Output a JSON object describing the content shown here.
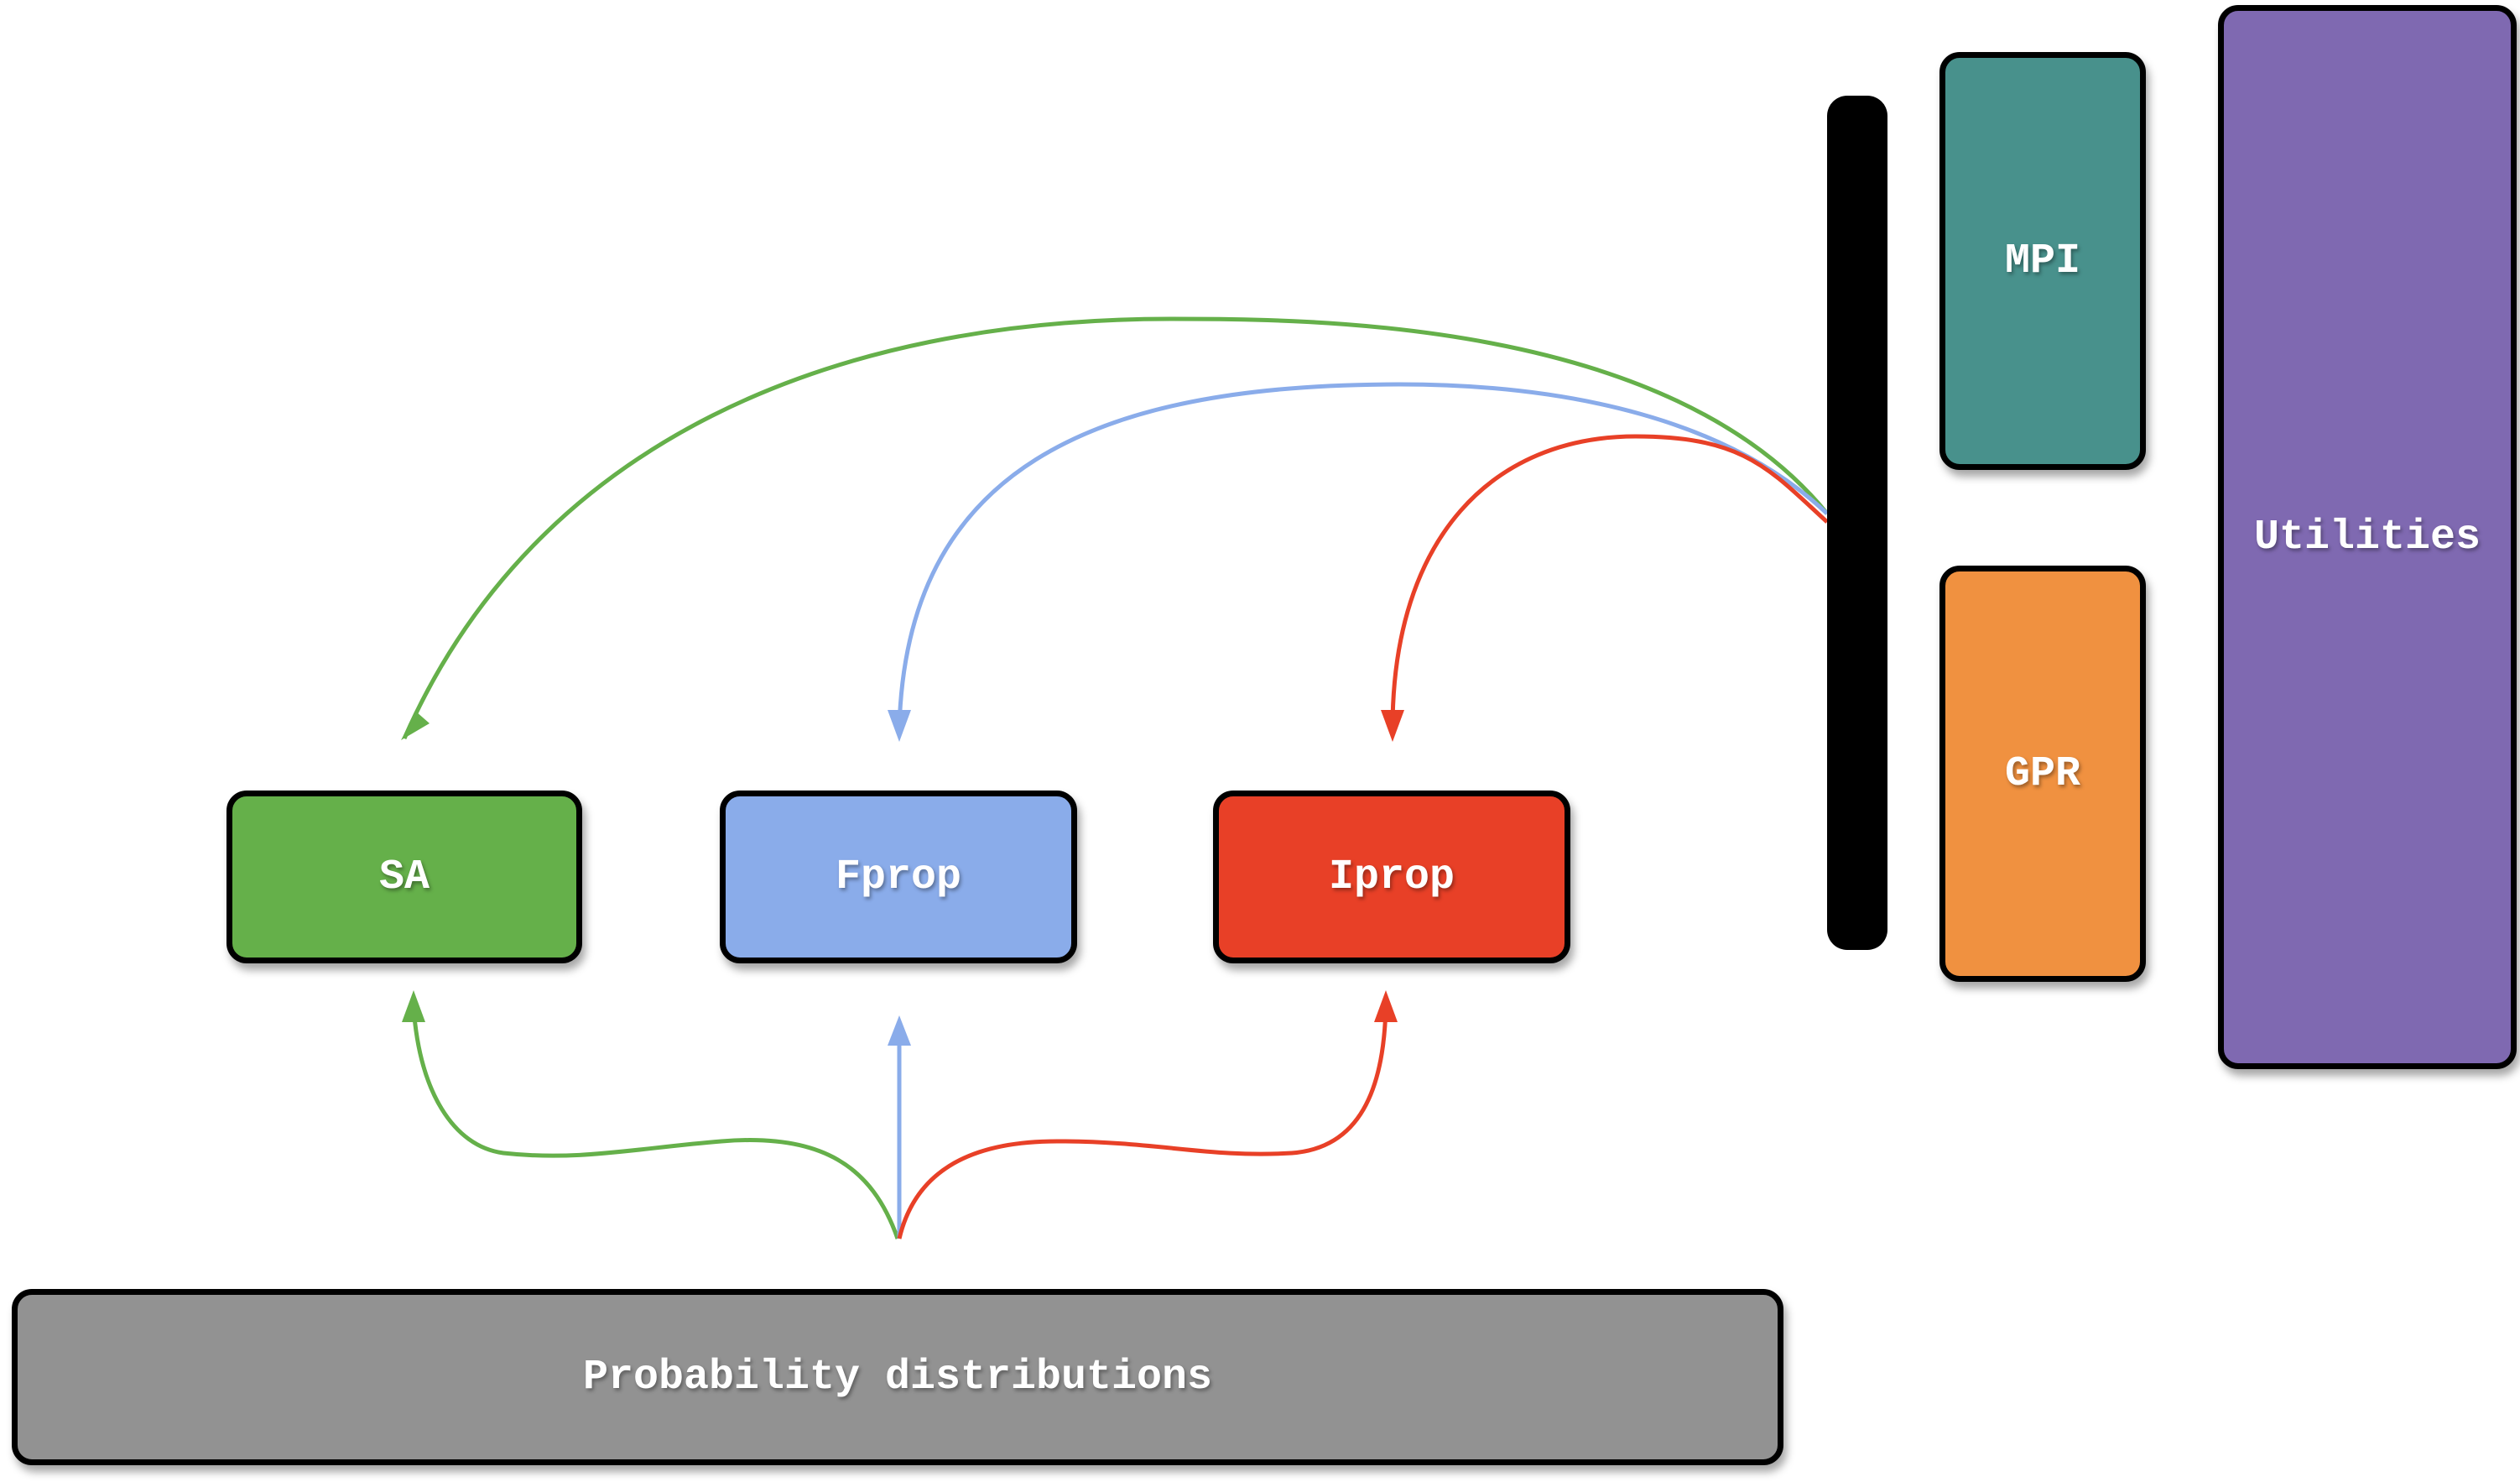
{
  "nodes": {
    "sa": {
      "label": "SA",
      "color": "#65b04a"
    },
    "fprop": {
      "label": "Fprop",
      "color": "#8aacea"
    },
    "iprop": {
      "label": "Iprop",
      "color": "#e84027"
    },
    "mpi": {
      "label": "MPI",
      "color": "#48918c"
    },
    "gpr": {
      "label": "GPR",
      "color": "#f09140"
    },
    "utilities": {
      "label": "Utilities",
      "color": "#7f69b1"
    },
    "probability": {
      "label": "Probability distributions",
      "color": "#929292"
    }
  },
  "edges": [
    {
      "from": "interface-bar",
      "to": "sa",
      "color": "#65b04a"
    },
    {
      "from": "interface-bar",
      "to": "fprop",
      "color": "#8aacea"
    },
    {
      "from": "interface-bar",
      "to": "iprop",
      "color": "#e84027"
    },
    {
      "from": "probability",
      "to": "sa",
      "color": "#65b04a"
    },
    {
      "from": "probability",
      "to": "fprop",
      "color": "#8aacea"
    },
    {
      "from": "probability",
      "to": "iprop",
      "color": "#e84027"
    }
  ]
}
